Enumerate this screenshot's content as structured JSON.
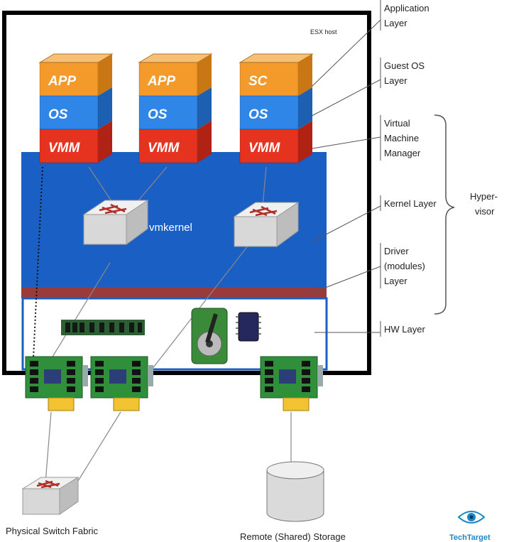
{
  "host": {
    "label": "ESX host"
  },
  "kernel_label": "vmkernel",
  "vms": [
    {
      "top": "APP",
      "middle": "OS",
      "bottom": "VMM"
    },
    {
      "top": "APP",
      "middle": "OS",
      "bottom": "VMM"
    },
    {
      "top": "SC",
      "middle": "OS",
      "bottom": "VMM"
    }
  ],
  "layers": [
    {
      "lines": [
        "Application",
        "Layer"
      ]
    },
    {
      "lines": [
        "Guest OS",
        "Layer"
      ]
    },
    {
      "lines": [
        "Virtual",
        "Machine",
        "Manager"
      ]
    },
    {
      "lines": [
        "Kernel Layer"
      ]
    },
    {
      "lines": [
        "Driver",
        "(modules)",
        "Layer"
      ]
    },
    {
      "lines": [
        "HW Layer"
      ]
    }
  ],
  "hypervisor": {
    "lines": [
      "Hyper-",
      "visor"
    ]
  },
  "bottom_labels": {
    "switch": "Physical Switch Fabric",
    "storage": "Remote (Shared) Storage"
  },
  "logo": {
    "text": "TechTarget"
  },
  "colors": {
    "app": "#f39a2b",
    "os": "#2f86e6",
    "vmm": "#e5331f",
    "kernel_blue": "#1a5fc4",
    "driver_band": "#9a3b3b",
    "nic_green": "#2f8f3a",
    "gold": "#f2c230"
  }
}
